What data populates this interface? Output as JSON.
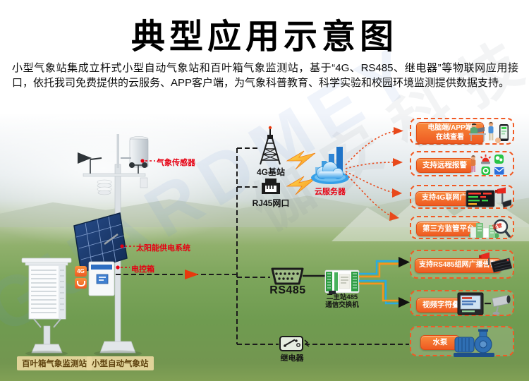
{
  "page": {
    "title": "典型应用示意图",
    "description": "小型气象站集成立杆式小型自动气象站和百叶箱气象监测站，基于“4G、RS485、继电器”等物联网应用接口，依托我司免费提供的云服务、APP客户端，为气象科普教育、科学实验和校园环境监测提供数据支持。"
  },
  "watermark": {
    "latin": "GUARDMEY",
    "cjk": "伽安科技"
  },
  "station": {
    "annotations": [
      {
        "label": "气象传感器"
      },
      {
        "label": "太阳能供电系统"
      },
      {
        "label": "电控箱"
      }
    ],
    "badge_4g": "4G",
    "captions": [
      {
        "label": "百叶箱气象监测站"
      },
      {
        "label": "小型自动气象站"
      }
    ]
  },
  "network": {
    "base_station": "4G基站",
    "rj45": "RJ45网口",
    "cloud": "云服务器",
    "rs485": "RS485",
    "switch_line1": "二主站485",
    "switch_line2": "通信交换机",
    "relay": "继电器"
  },
  "features": [
    {
      "line1": "电脑端/APP端",
      "line2": "在线查看",
      "icon": "computer-app-viewer-icon"
    },
    {
      "label": "支持远程报警",
      "icon": "remote-alarm-icon"
    },
    {
      "label": "支持4G联网广播告警",
      "icon": "led-broadcast-icon"
    },
    {
      "label": "第三方监管平台",
      "icon": "supervision-platform-icon",
      "badge": "监管"
    },
    {
      "label": "支持RS485组网广播告警",
      "icon": "rs485-broadcast-icon"
    },
    {
      "label": "视频字符叠加",
      "icon": "video-overlay-icon"
    },
    {
      "label": "水泵",
      "icon": "water-pump-icon"
    }
  ],
  "colors": {
    "accent_orange": "#F15A24",
    "label_red": "#E60012",
    "line_blue": "#29ABE2",
    "line_orange": "#F7941D",
    "dotted_red": "#E8491B",
    "cloud_blue": "#2F86D6",
    "pump_blue": "#2F6FB4"
  }
}
